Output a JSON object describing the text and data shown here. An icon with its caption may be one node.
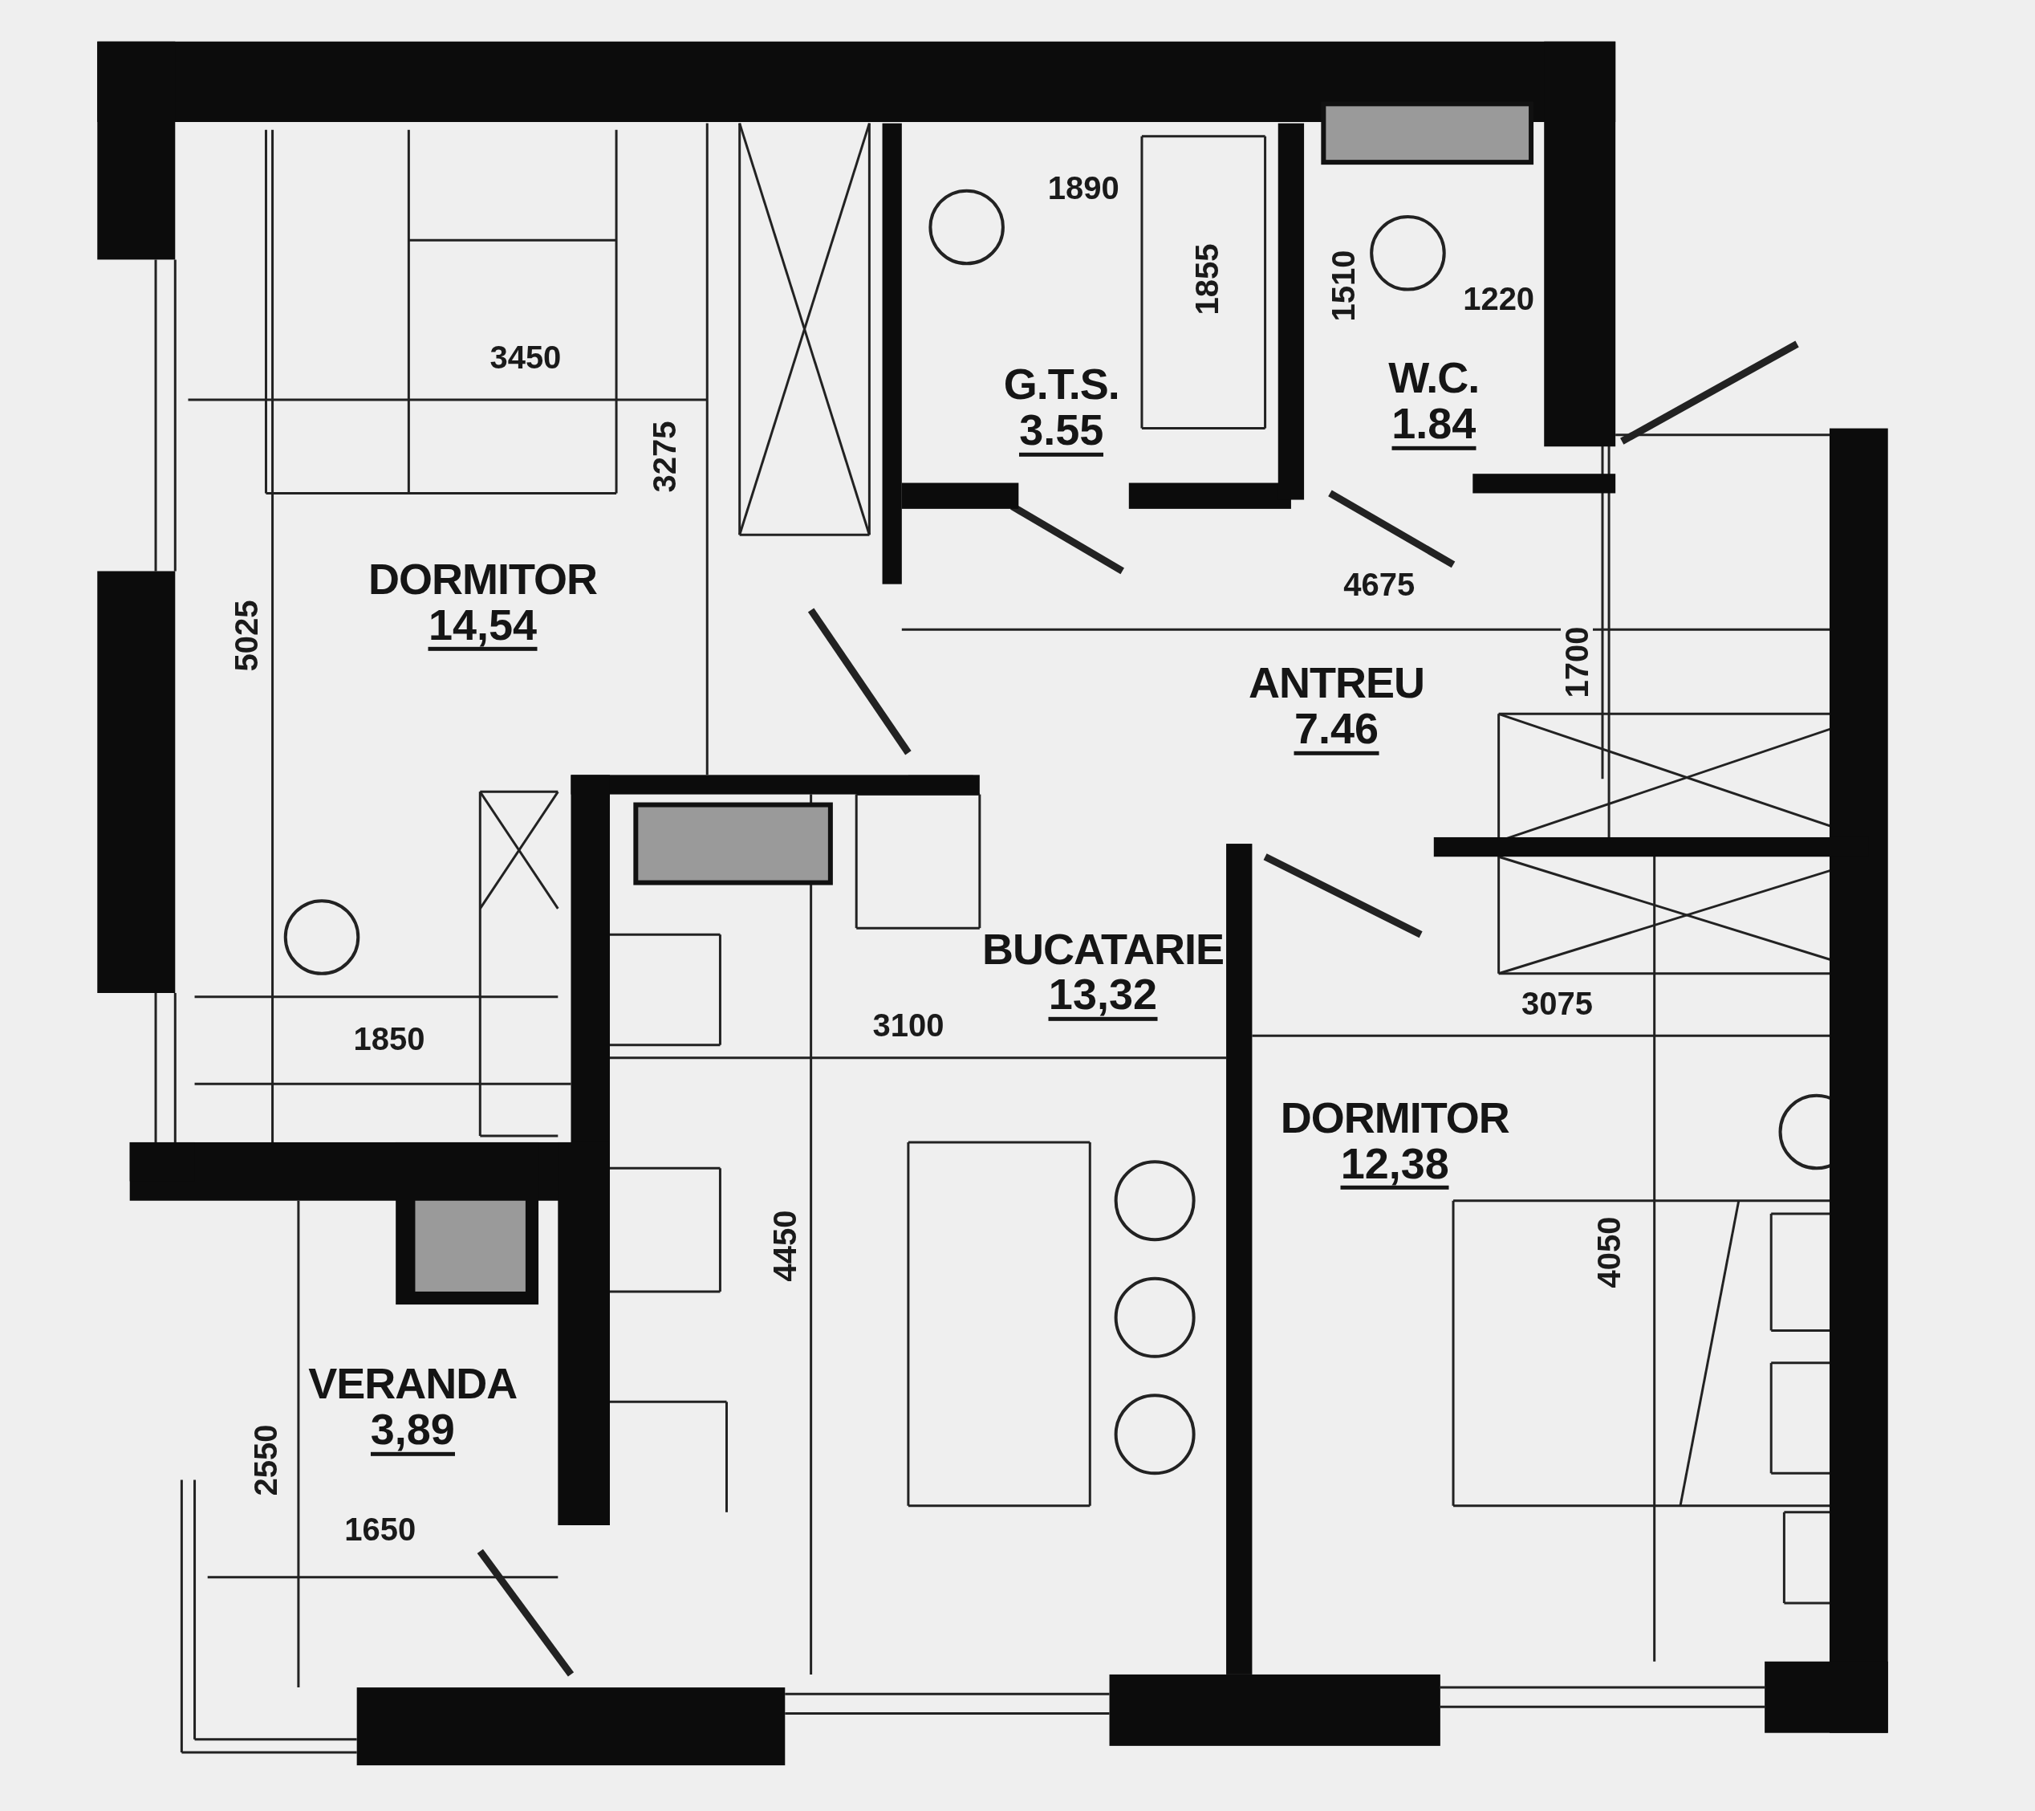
{
  "diagram": {
    "nodes": [
      {
        "text": [
          "DORMITOR",
          "14,54"
        ]
      },
      {
        "text": [
          "G.T.S.",
          "3.55"
        ]
      },
      {
        "text": [
          "W.C.",
          "1.84"
        ]
      },
      {
        "text": [
          "ANTREU",
          "7.46"
        ]
      },
      {
        "text": [
          "BUCATARIE",
          "13,32"
        ]
      },
      {
        "text": [
          "DORMITOR",
          "12,38"
        ]
      },
      {
        "text": [
          "VERANDA",
          "3,89"
        ]
      }
    ],
    "edges": [],
    "labels": [
      "1890",
      "1855",
      "1510",
      "1220",
      "3450",
      "3275",
      "4675",
      "5025",
      "1700",
      "3075",
      "3100",
      "1850",
      "4450",
      "4050",
      "2550",
      "1650"
    ]
  }
}
